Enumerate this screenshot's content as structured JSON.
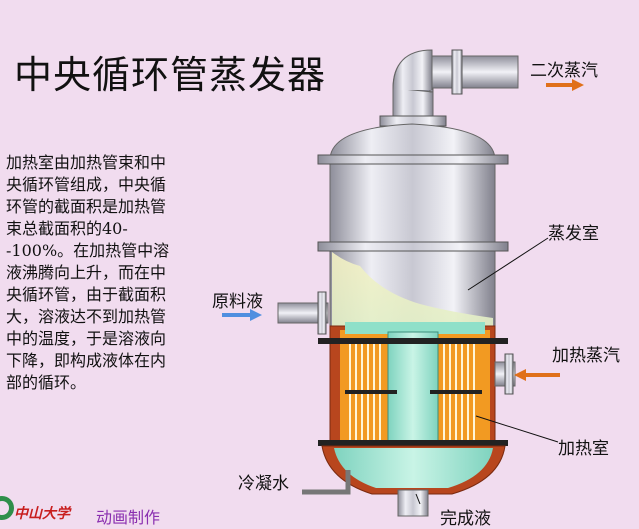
{
  "title": "中央循环管蒸发器",
  "description": "加热室由加热管束和中央循环管组成，中央循环管的截面积是加热管束总截面积的40--100%。在加热管中溶液沸腾向上升，而在中央循环管，由于截面积大，溶液达不到加热管中的温度，于是溶液向下降，即构成液体在内部的循环。",
  "labels": {
    "secondary_steam": "二次蒸汽",
    "evaporation_chamber": "蒸发室",
    "feed": "原料液",
    "heating_steam": "加热蒸汽",
    "heating_chamber": "加热室",
    "condensate": "冷凝水",
    "product": "完成液"
  },
  "footer": {
    "logo_text": "中山大学",
    "credit": "动画制作"
  },
  "colors": {
    "background": "#f1dcef",
    "arrow_orange": "#e0701a",
    "arrow_blue": "#4f8fe0",
    "liquid_green": "#9fe3cf",
    "tube_orange": "#f29a22",
    "shell_red": "#b8461e"
  }
}
